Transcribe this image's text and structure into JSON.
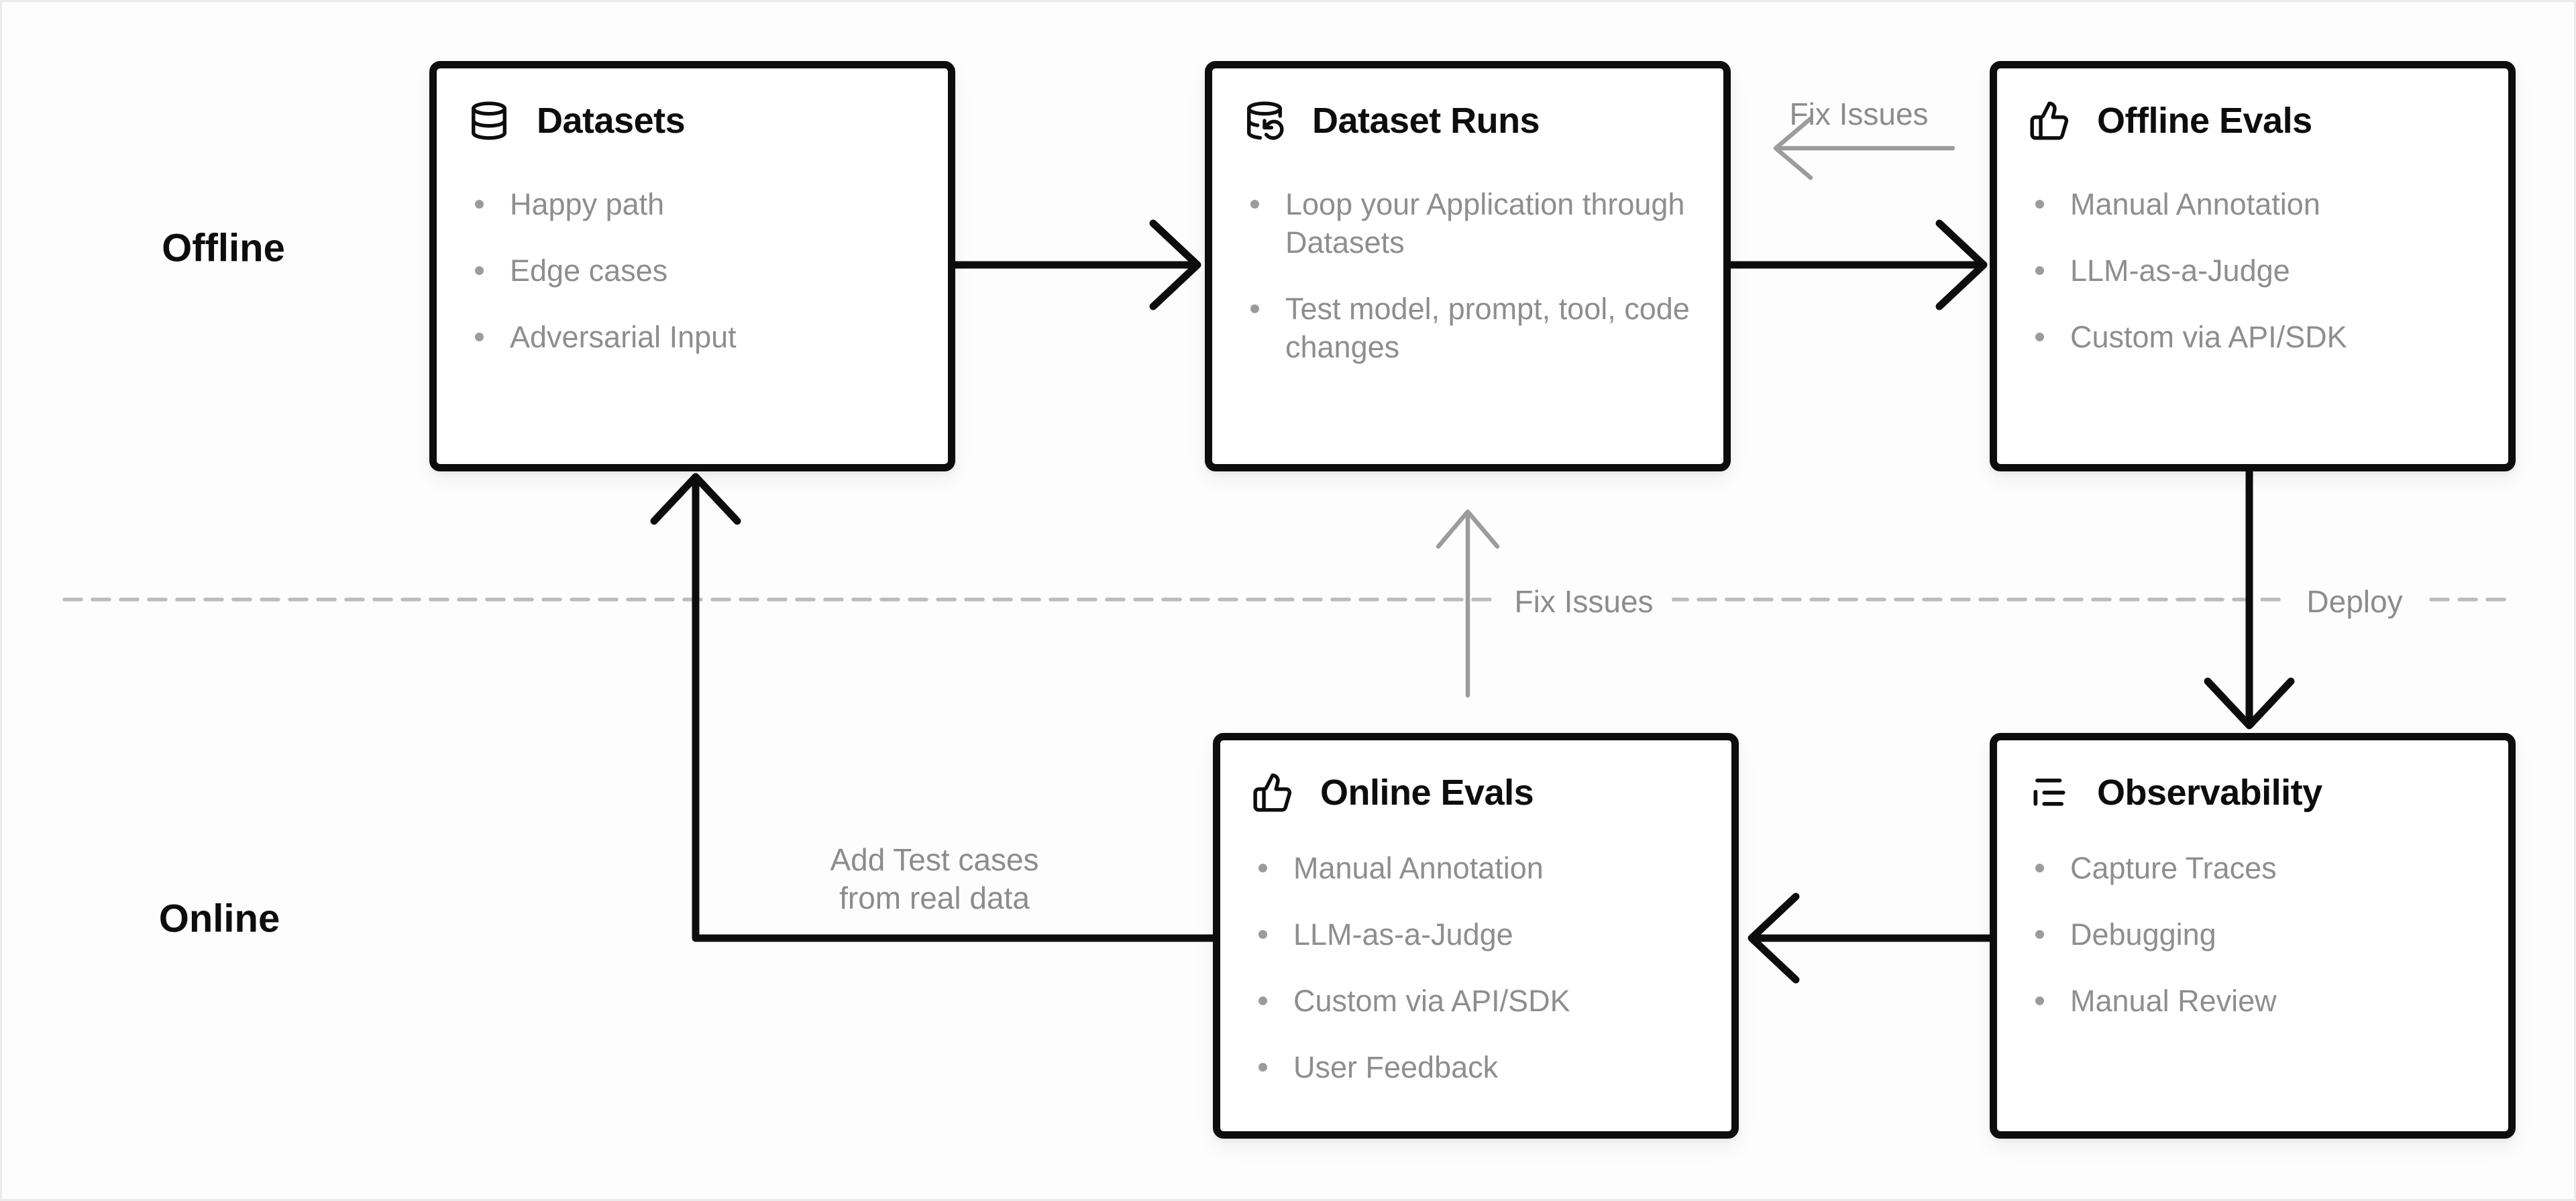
{
  "diagram": {
    "title": "LLM application evaluation workflow",
    "colors": {
      "background": "#fdfdfd",
      "box_background": "#ffffff",
      "box_border": "#0d0d0d",
      "black_arrow": "#0d0d0d",
      "gray_arrow": "#9c9c9c",
      "dashed_divider": "#bcbcbc",
      "muted_text": "#8e8e8e",
      "title_text": "#0d0d0d"
    }
  },
  "lanes": {
    "offline": "Offline",
    "online": "Online"
  },
  "boxes": [
    {
      "id": "datasets",
      "icon": "database-icon",
      "title": "Datasets",
      "items": [
        "Happy path",
        "Edge cases",
        "Adversarial Input"
      ]
    },
    {
      "id": "dataset-runs",
      "icon": "dataset-runs-icon",
      "title": "Dataset Runs",
      "items": [
        "Loop your Application through Datasets",
        "Test model, prompt, tool, code changes"
      ]
    },
    {
      "id": "offline-evals",
      "icon": "thumbs-up-icon",
      "title": "Offline Evals",
      "items": [
        "Manual Annotation",
        "LLM-as-a-Judge",
        "Custom via API/SDK"
      ]
    },
    {
      "id": "online-evals",
      "icon": "thumbs-up-icon",
      "title": "Online Evals",
      "items": [
        "Manual Annotation",
        "LLM-as-a-Judge",
        "Custom via API/SDK",
        "User Feedback"
      ]
    },
    {
      "id": "observability",
      "icon": "list-tree-icon",
      "title": "Observability",
      "items": [
        "Capture Traces",
        "Debugging",
        "Manual Review"
      ]
    }
  ],
  "labels": {
    "fix_issues_top": "Fix Issues",
    "fix_issues_mid": "Fix Issues",
    "deploy": "Deploy",
    "add_test_cases_line1": "Add Test cases",
    "add_test_cases_line2": "from real data"
  }
}
